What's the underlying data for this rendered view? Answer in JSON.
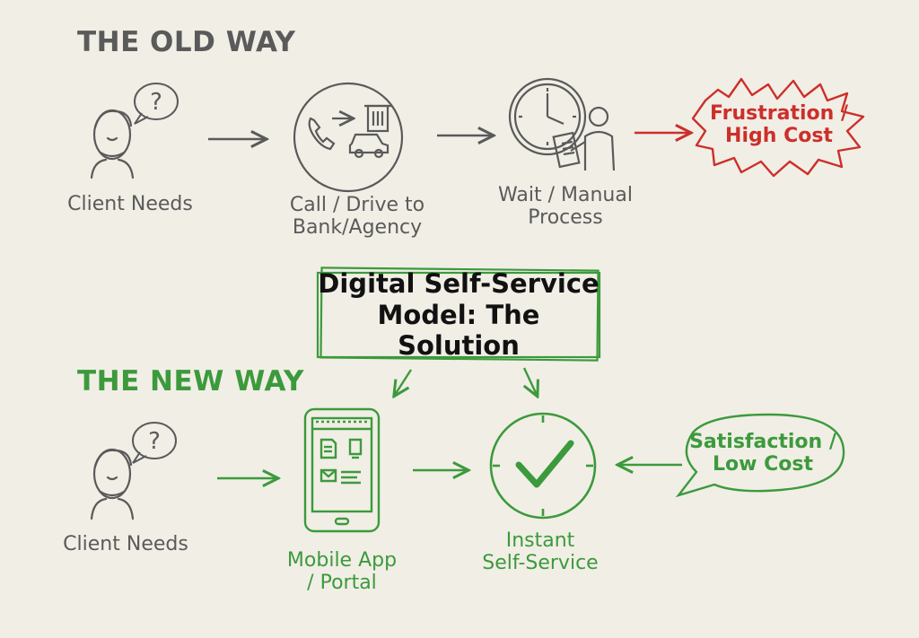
{
  "old_way": {
    "heading": "THE OLD WAY",
    "steps": [
      "Client Needs",
      "Call / Drive to\nBank/Agency",
      "Wait / Manual\nProcess"
    ],
    "outcome": [
      "Frustration /",
      "High Cost"
    ]
  },
  "solution_box": {
    "line1": "Digital Self-Service",
    "line2": "Model: The Solution"
  },
  "new_way": {
    "heading": "THE NEW WAY",
    "steps": [
      "Client Needs",
      "Mobile App\n/ Portal",
      "Instant\nSelf-Service"
    ],
    "outcome": [
      "Satisfaction /",
      "Low Cost"
    ]
  },
  "colors": {
    "old": "#5a5a5a",
    "new": "#3c9a3c",
    "negative": "#cc2f2a",
    "background": "#f1eee6"
  },
  "icons": {
    "question": "question-bubble-icon",
    "phone": "phone-icon",
    "car": "car-icon",
    "building": "bank-building-icon",
    "clock": "clock-icon",
    "check": "checkmark-icon",
    "mobile": "mobile-phone-icon",
    "person": "person-icon"
  }
}
